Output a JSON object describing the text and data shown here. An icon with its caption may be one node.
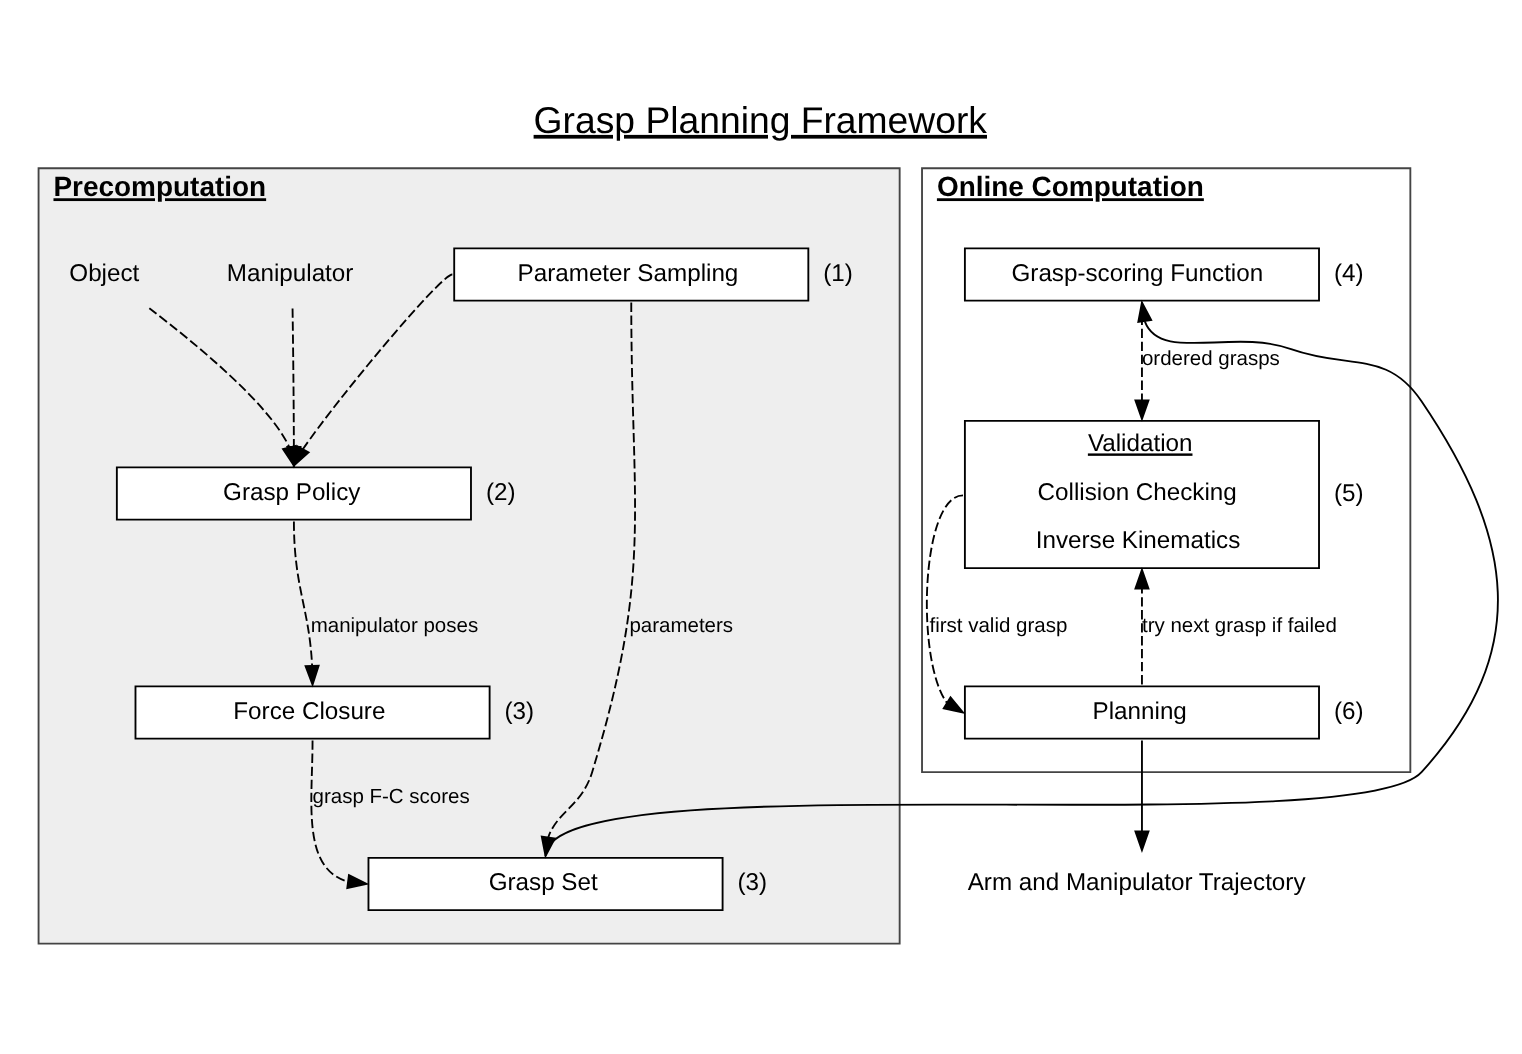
{
  "diagram": {
    "title": "Grasp Planning Framework",
    "nodes": [
      {
        "text": [
          "Precomputation"
        ]
      },
      {
        "text": [
          "Parameter Sampling"
        ],
        "in": 0,
        "beside": [
          "(1)"
        ]
      },
      {
        "text": [
          "Manipulator"
        ],
        "in": 0
      },
      {
        "text": [
          "Object"
        ],
        "in": 0
      },
      {
        "text": [
          "Grasp Policy"
        ],
        "in": 0,
        "beside": [
          "(2)"
        ]
      },
      {
        "text": [
          "Force Closure"
        ],
        "in": 0,
        "beside": [
          "(3)"
        ]
      },
      {
        "text": [
          "Grasp Set"
        ],
        "in": 0,
        "beside": [
          "(3)"
        ]
      },
      {
        "text": [
          "Online Computation"
        ]
      },
      {
        "text": [
          "Grasp-scoring Function"
        ],
        "in": 7,
        "beside": [
          "(4)"
        ]
      },
      {
        "text": [
          "Validation",
          "Collision Checking",
          "Inverse Kinematics"
        ],
        "in": 7,
        "beside": [
          "(5)"
        ]
      },
      {
        "text": [
          "Planning"
        ],
        "in": 7,
        "beside": [
          "(6)"
        ]
      },
      {
        "text": [
          "Arm and Manipulator Trajectory"
        ]
      }
    ],
    "edges": [
      {
        "from": 1,
        "to": 4,
        "arrow": "to",
        "style": "dashed"
      },
      {
        "from": 2,
        "to": 4,
        "arrow": "to",
        "style": "dashed"
      },
      {
        "from": 3,
        "to": 4,
        "arrow": "to",
        "style": "dashed"
      },
      {
        "from": 1,
        "to": 6,
        "arrow": "to",
        "style": "dashed",
        "label": "parameters"
      },
      {
        "from": 4,
        "to": 5,
        "arrow": "to",
        "style": "dashed",
        "label": "manipulator poses"
      },
      {
        "from": 5,
        "to": 6,
        "arrow": "to",
        "style": "dashed",
        "label": "grasp F-C scores"
      },
      {
        "from": 6,
        "to": 8,
        "arrow": "to"
      },
      {
        "from": 8,
        "to": 9,
        "arrow": "to",
        "style": "dashed",
        "label": "ordered grasps"
      },
      {
        "from": 9,
        "to": 10,
        "arrow": "to",
        "style": "dashed",
        "label": "first valid grasp"
      },
      {
        "from": 10,
        "to": 9,
        "arrow": "to",
        "style": "dashed",
        "label": "try next grasp if failed"
      },
      {
        "from": 10,
        "to": 11,
        "arrow": "to"
      }
    ]
  }
}
